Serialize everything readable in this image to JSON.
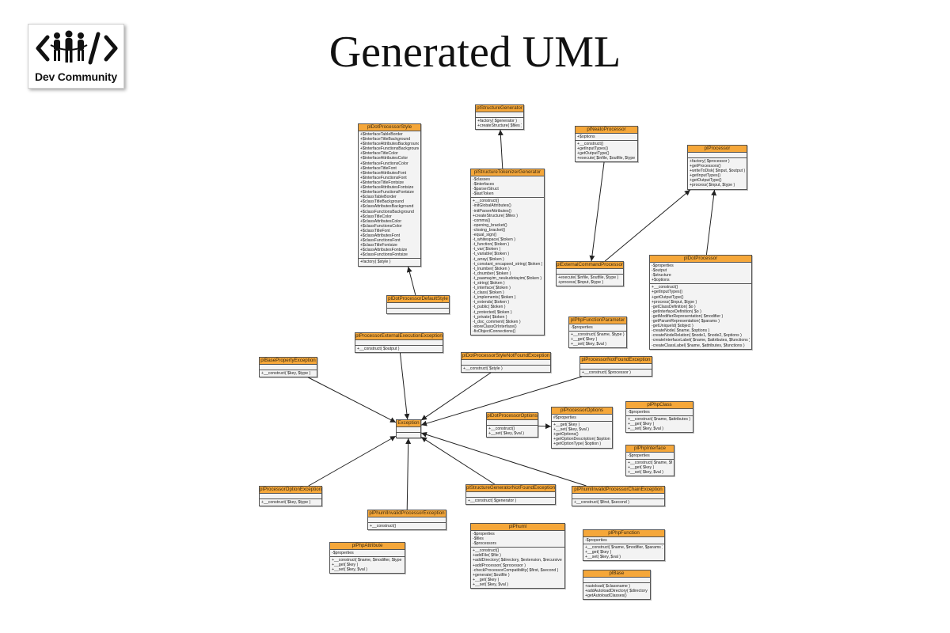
{
  "logo": {
    "text": "Dev Community",
    "icon": "people-code-icon"
  },
  "title": "Generated UML",
  "classes": [
    {
      "id": "plDotProcessorStyle",
      "name": "plDotProcessorStyle",
      "attributes": [
        "+$interfaceTableBorder",
        "+$interfaceTitleBackground",
        "+$interfaceAttributesBackground",
        "+$interfaceFunctionsBackground",
        "+$interfaceTitleColor",
        "+$interfaceAttributesColor",
        "+$interfaceFunctionsColor",
        "+$interfaceTitleFont",
        "+$interfaceAttributesFont",
        "+$interfaceFunctionsFont",
        "+$interfaceTitleFontsize",
        "+$interfaceAttributesFontsize",
        "+$interfaceFunctionsFontsize",
        "+$classTableBorder",
        "+$classTitleBackground",
        "+$classAttributesBackground",
        "+$classFunctionsBackground",
        "+$classTitleColor",
        "+$classAttributesColor",
        "+$classFunctionsColor",
        "+$classTitleFont",
        "+$classAttributesFont",
        "+$classFunctionsFont",
        "+$classTitleFontsize",
        "+$classAttributesFontsize",
        "+$classFunctionsFontsize"
      ],
      "methods": [
        "+factory( $style )"
      ]
    },
    {
      "id": "plStructureGenerator",
      "name": "plStructureGenerator",
      "attributes": [],
      "methods": [
        "+factory( $generator )",
        "+createStructure( $files )"
      ]
    },
    {
      "id": "plNeatoProcessor",
      "name": "plNeatoProcessor",
      "attributes": [
        "+$options"
      ],
      "methods": [
        "+__construct()",
        "+getInputTypes()",
        "+getOutputType()",
        "+execute( $infile, $outfile, $type )"
      ]
    },
    {
      "id": "plProcessor",
      "name": "plProcessor",
      "attributes": [],
      "methods": [
        "+factory( $processor )",
        "+getProcessors()",
        "+writeToDisk( $input, $output )",
        "+getInputTypes()",
        "+getOutputType()",
        "+process( $input, $type )"
      ]
    },
    {
      "id": "plStructureTokenizerGenerator",
      "name": "plStructureTokenizerGenerator",
      "attributes": [
        "-$classes",
        "-$interfaces",
        "-$parserStruct",
        "-$lastToken"
      ],
      "methods": [
        "+__construct()",
        "-initGlobalAttributes()",
        "-initParserAttributes()",
        "+createStructure( $files )",
        "-comma()",
        "-opening_bracket()",
        "-closing_bracket()",
        "-equal_sign()",
        "-t_whitespace( $token )",
        "-t_function( $token )",
        "-t_var( $token )",
        "-t_variable( $token )",
        "-t_array( $token )",
        "-t_constant_encapsed_string( $token )",
        "-t_lnumber( $token )",
        "-t_dnumber( $token )",
        "-t_paamayim_neukudotayim( $token )",
        "-t_string( $token )",
        "-t_interface( $token )",
        "-t_class( $token )",
        "-t_implements( $token )",
        "-t_extends( $token )",
        "-t_public( $token )",
        "-t_protected( $token )",
        "-t_private( $token )",
        "-t_doc_comment( $token )",
        "-storeClassOrInterface()",
        "-fixObjectConnections()"
      ]
    },
    {
      "id": "plExternalCommandProcessor",
      "name": "plExternalCommandProcessor",
      "attributes": [],
      "methods": [
        "+execute( $infile, $outfile, $type )",
        "+process( $input, $type )"
      ]
    },
    {
      "id": "plDotProcessor",
      "name": "plDotProcessor",
      "attributes": [
        "-$properties",
        "-$output",
        "-$structure",
        "+$options"
      ],
      "methods": [
        "+__construct()",
        "+getInputTypes()",
        "+getOutputType()",
        "+process( $input, $type )",
        "-getClassDefinition( $o )",
        "-getInterfaceDefinition( $o )",
        "-getModifierRepresentation( $modifier )",
        "-getParamRepresentation( $params )",
        "-getUniqueId( $object )",
        "-createNode( $name, $options )",
        "-createNodeRelation( $node1, $node2, $options )",
        "-createInterfaceLabel( $name, $attributes, $functions )",
        "-createClassLabel( $name, $attributes, $functions )"
      ]
    },
    {
      "id": "plDotProcessorDefaultStyle",
      "name": "plDotProcessorDefaultStyle",
      "attributes": [],
      "methods": []
    },
    {
      "id": "plPhpFunctionParameter",
      "name": "plPhpFunctionParameter",
      "attributes": [
        "-$properties"
      ],
      "methods": [
        "+__construct( $name, $type )",
        "+__get( $key )",
        "+__set( $key, $val )"
      ]
    },
    {
      "id": "plProcessorExternalExecutionException",
      "name": "plProcessorExternalExecutionException",
      "attributes": [],
      "methods": [
        "+__construct( $output )"
      ]
    },
    {
      "id": "plDotProcessorStyleNotFoundException",
      "name": "plDotProcessorStyleNotFoundException",
      "attributes": [],
      "methods": [
        "+__construct( $style )"
      ]
    },
    {
      "id": "plProcessorNotFoundException",
      "name": "plProcessorNotFoundException",
      "attributes": [],
      "methods": [
        "+__construct( $processor )"
      ]
    },
    {
      "id": "plBasePropertyException",
      "name": "plBasePropertyException",
      "attributes": [],
      "methods": [
        "+__construct( $key, $type )"
      ]
    },
    {
      "id": "Exception",
      "name": "Exception",
      "attributes": [],
      "methods": []
    },
    {
      "id": "plDotProcessorOptions",
      "name": "plDotProcessorOptions",
      "attributes": [],
      "methods": [
        "+__construct()",
        "+__set( $key, $val )"
      ]
    },
    {
      "id": "plProcessorOptions",
      "name": "plProcessorOptions",
      "attributes": [
        "#$properties"
      ],
      "methods": [
        "+__get( $key )",
        "+__set( $key, $val )",
        "+getOptions()",
        "+getOptionDescription( $option )",
        "+getOptionType( $option )"
      ]
    },
    {
      "id": "plPhpClass",
      "name": "plPhpClass",
      "attributes": [
        "-$properties"
      ],
      "methods": [
        "+__construct( $name, $attributes )",
        "+__get( $key )",
        "+__set( $key, $val )"
      ]
    },
    {
      "id": "plPhpInterface",
      "name": "plPhpInterface",
      "attributes": [
        "-$properties"
      ],
      "methods": [
        "+__construct( $name, $functions )",
        "+__get( $key )",
        "+__set( $key, $val )"
      ]
    },
    {
      "id": "plProcessorOptionException",
      "name": "plProcessorOptionException",
      "attributes": [],
      "methods": [
        "+__construct( $key, $type )"
      ]
    },
    {
      "id": "plStructureGeneratorNotFoundException",
      "name": "plStructureGeneratorNotFoundException",
      "attributes": [],
      "methods": [
        "+__construct( $generator )"
      ]
    },
    {
      "id": "plPhumlInvalidProcessorChainException",
      "name": "plPhumlInvalidProcessorChainException",
      "attributes": [],
      "methods": [
        "+__construct( $first, $second )"
      ]
    },
    {
      "id": "plPhumlInvalidProcessorException",
      "name": "plPhumlInvalidProcessorException",
      "attributes": [],
      "methods": [
        "+__construct()"
      ]
    },
    {
      "id": "plPhuml",
      "name": "plPhuml",
      "attributes": [
        "-$properties",
        "-$files",
        "-$processors"
      ],
      "methods": [
        "+__construct()",
        "+addFile( $file )",
        "+addDirectory( $directory, $extension, $recursive )",
        "+addProcessor( $processor )",
        "-checkProcessorCompatibility( $first, $second )",
        "+generate( $outfile )",
        "+__get( $key )",
        "+__set( $key, $val )"
      ]
    },
    {
      "id": "plPhpFunction",
      "name": "plPhpFunction",
      "attributes": [
        "-$properties"
      ],
      "methods": [
        "+__construct( $name, $modifier, $params )",
        "+__get( $key )",
        "+__set( $key, $val )"
      ]
    },
    {
      "id": "plPhpAttribute",
      "name": "plPhpAttribute",
      "attributes": [
        "-$properties"
      ],
      "methods": [
        "+__construct( $name, $modifier, $type )",
        "+__get( $key )",
        "+__set( $key, $val )"
      ]
    },
    {
      "id": "plBase",
      "name": "plBase",
      "attributes": [],
      "methods": [
        "+autoload( $classname )",
        "+addAutoloadDirectory( $directory )",
        "+getAutoloadClasses()"
      ]
    }
  ],
  "relations": [
    {
      "from": "plStructureTokenizerGenerator",
      "to": "plStructureGenerator"
    },
    {
      "from": "plDotProcessorDefaultStyle",
      "to": "plDotProcessorStyle"
    },
    {
      "from": "plExternalCommandProcessor",
      "to": "plProcessor"
    },
    {
      "from": "plNeatoProcessor",
      "to": "plExternalCommandProcessor"
    },
    {
      "from": "plDotProcessor",
      "to": "plProcessor"
    },
    {
      "from": "plDotProcessorOptions",
      "to": "plProcessorOptions"
    },
    {
      "from": "plProcessorExternalExecutionException",
      "to": "Exception"
    },
    {
      "from": "plBasePropertyException",
      "to": "Exception"
    },
    {
      "from": "plDotProcessorStyleNotFoundException",
      "to": "Exception"
    },
    {
      "from": "plProcessorNotFoundException",
      "to": "Exception"
    },
    {
      "from": "plProcessorOptionException",
      "to": "Exception"
    },
    {
      "from": "plPhumlInvalidProcessorException",
      "to": "Exception"
    },
    {
      "from": "plStructureGeneratorNotFoundException",
      "to": "Exception"
    },
    {
      "from": "plPhumlInvalidProcessorChainException",
      "to": "Exception"
    }
  ],
  "colors": {
    "class_header": "#f5a73a",
    "class_body": "#f3f3f3",
    "border": "#555555",
    "arrow": "#222222"
  }
}
